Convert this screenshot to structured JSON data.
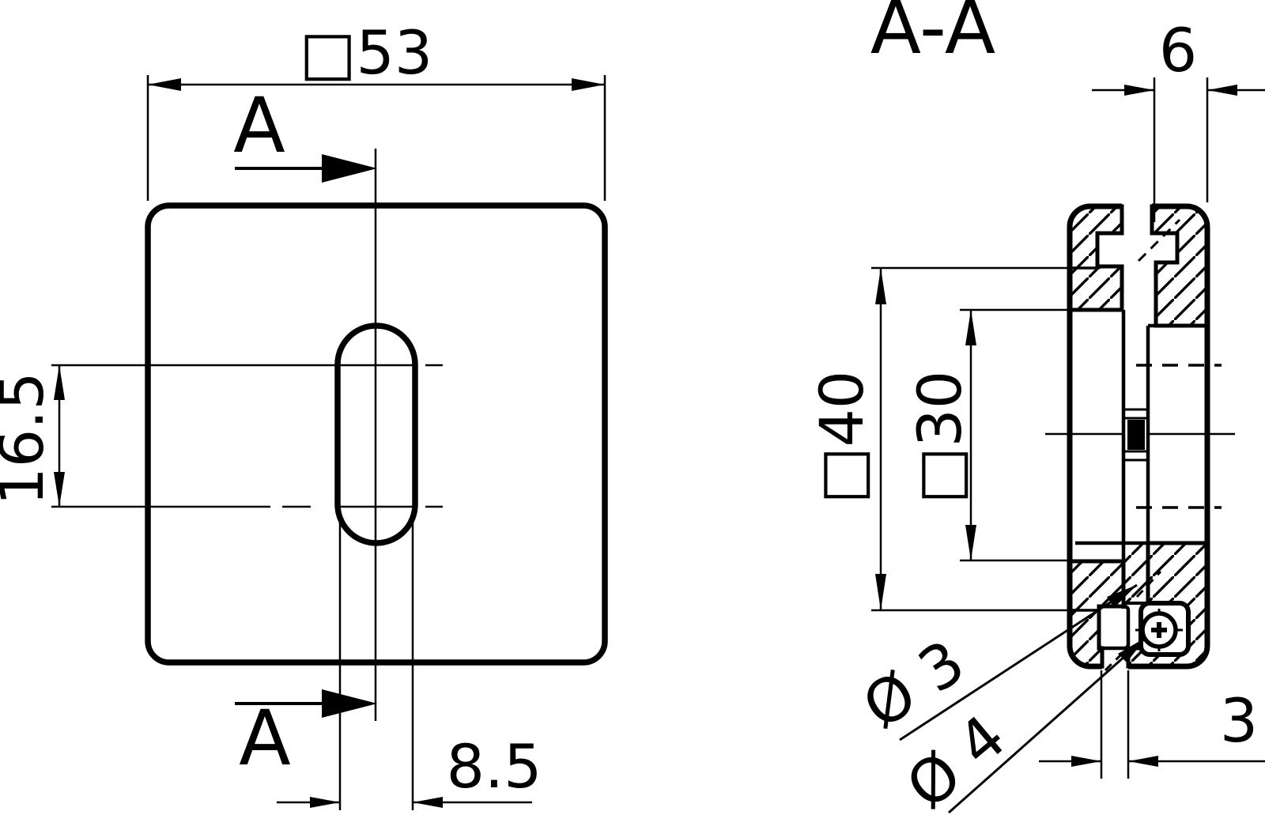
{
  "drawing": {
    "type": "technical-drawing",
    "ink_color": "#000000",
    "paper_color": "#ffffff",
    "front_view": {
      "outer_width_dim": "□53",
      "section_arrow_top_label": "A",
      "section_arrow_bottom_label": "A",
      "slot_centers_dim": "16.5",
      "slot_width_dim": "8.5"
    },
    "section_view": {
      "title": "A-A",
      "flange_thickness_dim": "6",
      "body_size_dim": "□40",
      "inner_size_dim": "□30",
      "small_hole_dim": "Ø 3",
      "large_hole_dim": "Ø 4",
      "bottom_slot_dim": "3"
    }
  }
}
